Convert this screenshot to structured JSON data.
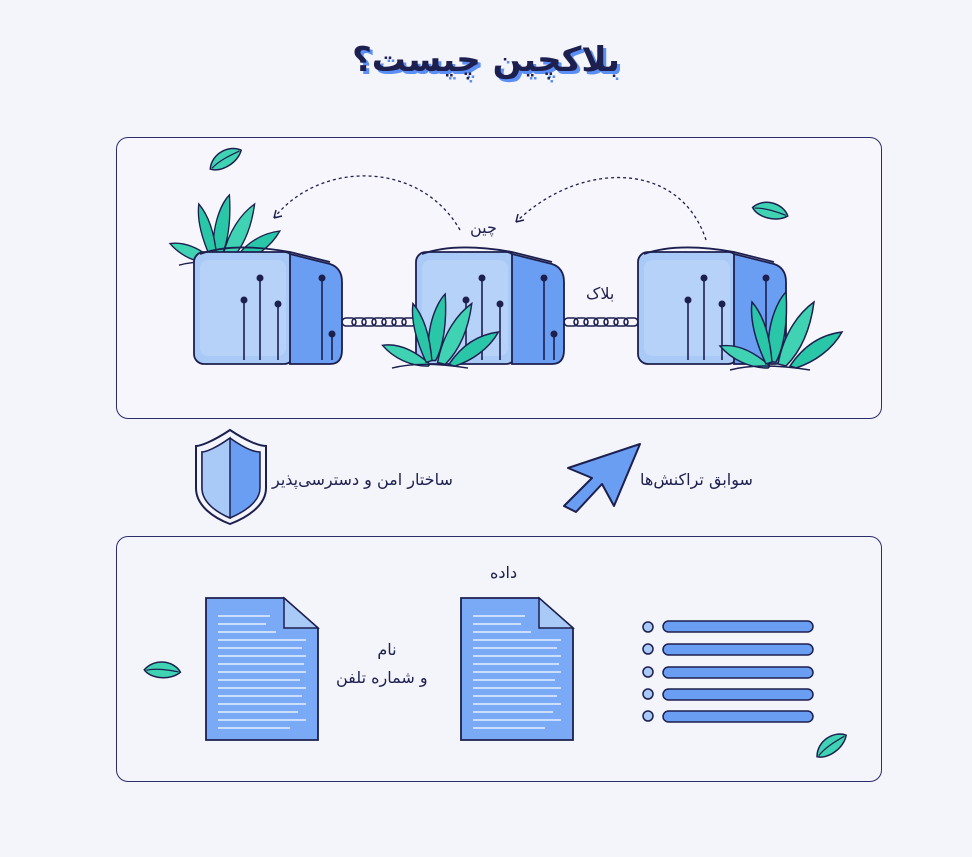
{
  "title": "بلاکچین چیست؟",
  "top_panel": {
    "chain_label": "چین",
    "block_label": "بلاک"
  },
  "middle": {
    "security_label": "ساختار امن و دسترسی‌پذیر",
    "history_label": "سوابق تراکنش‌ها"
  },
  "bottom_panel": {
    "data_label": "داده",
    "name_label": "نام",
    "phone_label": "و شماره تلفن"
  },
  "colors": {
    "ink": "#1d1f4f",
    "block_light": "#a9c9f7",
    "block_dark": "#6a9ef2",
    "accent": "#5b8ff5",
    "leaf": "#29c7a8"
  },
  "icons": [
    "leaf-icon",
    "block-icon",
    "plant-icon",
    "chain-icon",
    "shield-icon",
    "cursor-arrow-icon",
    "document-icon",
    "list-icon"
  ]
}
